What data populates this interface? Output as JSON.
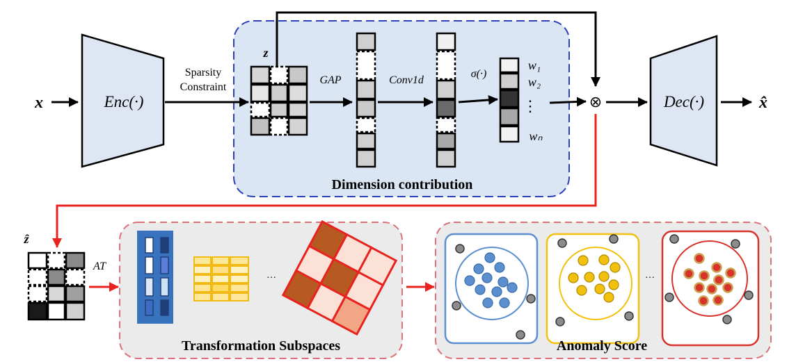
{
  "labels": {
    "input": "x",
    "output": "x̂",
    "encoder": "Enc(·)",
    "decoder": "Dec(·)",
    "sparsity_line1": "Sparsity",
    "sparsity_line2": "Constraint",
    "z": "z",
    "z_hat": "ẑ",
    "gap": "GAP",
    "conv": "Conv1d",
    "sigma": "σ(·)",
    "w1": "w₁",
    "w2": "w₂",
    "vdots": "⋮",
    "wn": "wₙ",
    "otimes": "⊗",
    "dimension_contribution": "Dimension contribution",
    "at": "AT",
    "ellipsis1": "···",
    "ellipsis2": "···",
    "transformation_subspaces": "Transformation Subspaces",
    "anomaly_score": "Anomaly Score"
  },
  "colors": {
    "blue_box_fill": "#dbe6f4",
    "blue_box_stroke": "#2b3fb8",
    "trapezoid_fill": "#dde6f2",
    "red_arrow": "#e8231f",
    "pink_box_stroke": "#dc6f78",
    "pink_box_fill": "#ebebeb",
    "blue_dot": "#5b8fd0",
    "yellow_dot": "#f2c10e",
    "red_dot": "#d9322a",
    "gray_dot": "#8c8c8c"
  }
}
